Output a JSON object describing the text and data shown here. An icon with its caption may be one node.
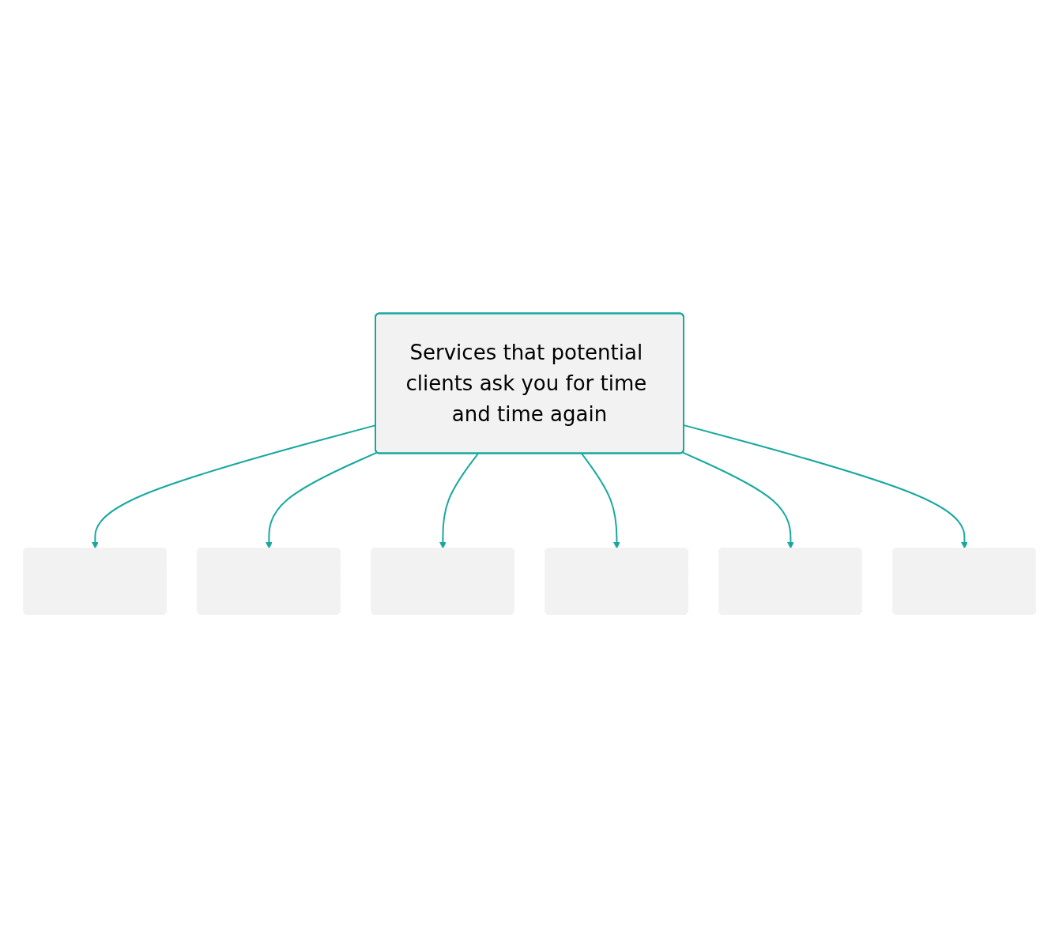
{
  "diagram": {
    "nodes": [
      {
        "text": [
          "Services that potential clients ask you for time and time again"
        ]
      },
      {
        "text": [],
        "shape": "box"
      },
      {
        "text": [],
        "shape": "box"
      },
      {
        "text": [],
        "shape": "box"
      },
      {
        "text": [],
        "shape": "box"
      },
      {
        "text": [],
        "shape": "box"
      },
      {
        "text": [],
        "shape": "box"
      }
    ],
    "edges": [
      {
        "from": 0,
        "to": 1,
        "arrow": "to"
      },
      {
        "from": 0,
        "to": 2,
        "arrow": "to"
      },
      {
        "from": 0,
        "to": 3,
        "arrow": "to"
      },
      {
        "from": 0,
        "to": 4,
        "arrow": "to"
      },
      {
        "from": 0,
        "to": 5,
        "arrow": "to"
      },
      {
        "from": 0,
        "to": 6,
        "arrow": "to"
      }
    ]
  }
}
